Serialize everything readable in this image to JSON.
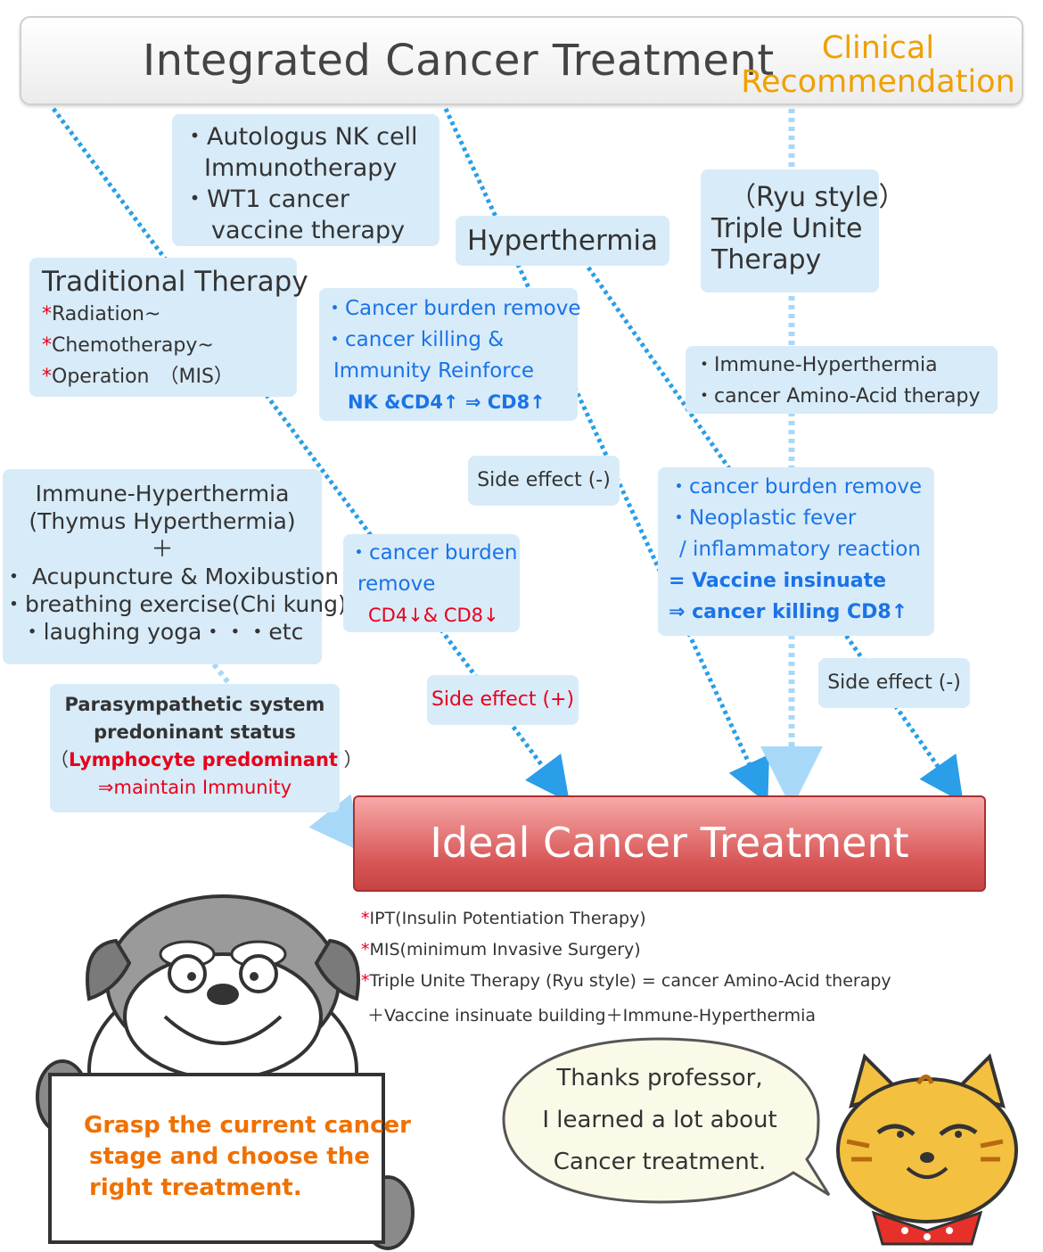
{
  "header": {
    "title": "Integrated Cancer Treatment",
    "clinical_line1": "Clinical",
    "clinical_line2": "Recommendation"
  },
  "immuno_box": {
    "lines": [
      "・Autologus NK cell",
      "  Immunotherapy",
      "・WT1 cancer",
      "   vaccine therapy"
    ]
  },
  "hyperthermia_box": {
    "label": "Hyperthermia"
  },
  "ryu_box": {
    "lines": [
      "（Ryu style）",
      "Triple Unite",
      "Therapy"
    ]
  },
  "traditional_box": {
    "title": "Traditional Therapy",
    "items": [
      "Radiation~",
      "Chemotherapy~",
      "Operation　（MIS）"
    ],
    "star": "*"
  },
  "burden_box": {
    "line1": "・Cancer burden remove",
    "line2": "・cancer killing &",
    "line3": "  Immunity Reinforce",
    "line4": "NK &CD4↑ ⇒ CD8↑"
  },
  "immune_amino_box": {
    "line1": "・Immune-Hyperthermia",
    "line2": "・cancer Amino-Acid therapy"
  },
  "side_effect_hyper": {
    "label": "Side effect (-)"
  },
  "vaccine_box": {
    "line1": "・cancer burden remove",
    "line2": "・Neoplastic  fever",
    "line3": "  / inflammatory reaction",
    "line4": "= Vaccine insinuate",
    "line5": "⇒ cancer killing CD8↑"
  },
  "thymus_box": {
    "lines": [
      "Immune-Hyperthermia",
      "(Thymus Hyperthermia)",
      "＋",
      "・ Acupuncture & Moxibustion",
      "・breathing exercise(Chi kung)",
      "・laughing yoga・・・etc"
    ]
  },
  "chemo_effect_box": {
    "line1": "・cancer burden",
    "line2": "  remove",
    "line3": "CD4↓& CD8↓"
  },
  "side_effect_plus": {
    "label": "Side effect (+)"
  },
  "side_effect_ryu": {
    "label": "Side effect (-)"
  },
  "parasym_box": {
    "line1": "Parasympathetic system",
    "line2": "predoninant status",
    "line3_open": "（",
    "line3_red": "Lymphocyte predominant",
    "line3_close": " ）",
    "line4": "⇒maintain Immunity"
  },
  "ideal": {
    "label": "Ideal Cancer Treatment"
  },
  "notes": {
    "star": "*",
    "n1": "IPT(Insulin Potentiation Therapy)",
    "n2": "MIS(minimum Invasive Surgery)",
    "n3": "Triple Unite Therapy  (Ryu style) =  cancer Amino-Acid therapy",
    "n4": "＋Vaccine insinuate building＋Immune-Hyperthermia"
  },
  "sign": {
    "line1": "Grasp the current cancer",
    "line2": "stage and choose the",
    "line3": "right treatment."
  },
  "bubble": {
    "line1": "Thanks professor,",
    "line2": "I learned a lot about",
    "line3": "Cancer treatment."
  },
  "colors": {
    "box_fill": "#d8ebf8",
    "arrow_blue": "#2a9ee8",
    "arrow_light": "#a8d8f8",
    "accent_orange": "#f0a000",
    "red": "#e8001c",
    "link_blue": "#1a73e8",
    "ideal_red": "#d85656"
  }
}
